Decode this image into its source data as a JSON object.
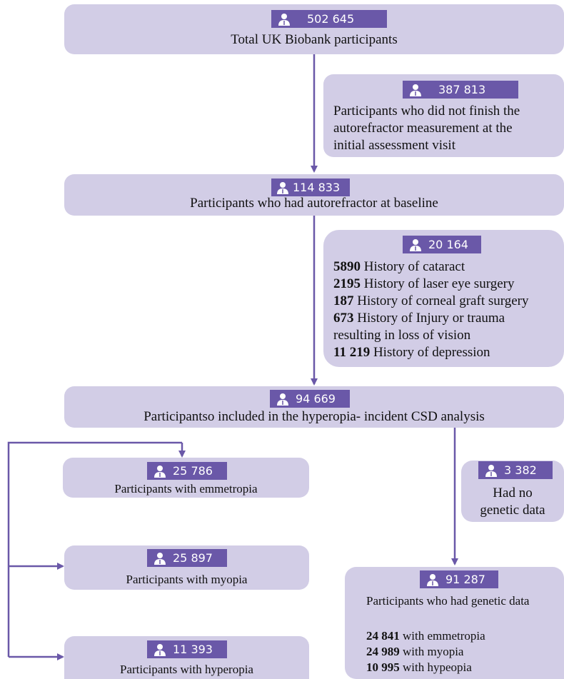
{
  "box_total": {
    "count": "502 645",
    "label": "Total UK Biobank participants"
  },
  "box_excluded_autorefractor": {
    "count": "387 813",
    "lines": [
      "Participants who did not finish the",
      "autorefractor measurement at the",
      "initial assessment visit"
    ]
  },
  "box_baseline": {
    "count": "114 833",
    "label": "Participants who had autorefractor at baseline"
  },
  "box_excluded_history": {
    "count": "20 164",
    "items": [
      {
        "num": "5890",
        "text": " History of cataract"
      },
      {
        "num": "2195",
        "text": " History of laser eye surgery"
      },
      {
        "num": "187",
        "text": " History of corneal graft surgery"
      },
      {
        "num": "673",
        "text": " History of Injury or trauma"
      },
      {
        "num": "",
        "text": "resulting in loss of vision"
      },
      {
        "num": "11 219",
        "text": " History of depression"
      }
    ]
  },
  "box_included": {
    "count": "94 669",
    "label": "Participantso included in the hyperopia- incident CSD analysis"
  },
  "box_emmetropia": {
    "count": "25 786",
    "label": "Participants with emmetropia"
  },
  "box_no_genetic": {
    "count": "3 382",
    "lines": [
      "Had no",
      "genetic data"
    ]
  },
  "box_myopia": {
    "count": "25 897",
    "label": "Participants with myopia"
  },
  "box_genetic": {
    "count": "91 287",
    "label": "Participants who had genetic data",
    "items": [
      {
        "num": "24 841",
        "text": " with emmetropia"
      },
      {
        "num": "24 989",
        "text": " with myopia"
      },
      {
        "num": "10 995",
        "text": " with hypeopia"
      }
    ]
  },
  "box_hyperopia": {
    "count": "11 393",
    "label": "Participants with hyperopia"
  },
  "icon": "person-icon",
  "colors": {
    "box": "#d2cde6",
    "badge": "#6a58a8",
    "arrow": "#6a58a8"
  }
}
